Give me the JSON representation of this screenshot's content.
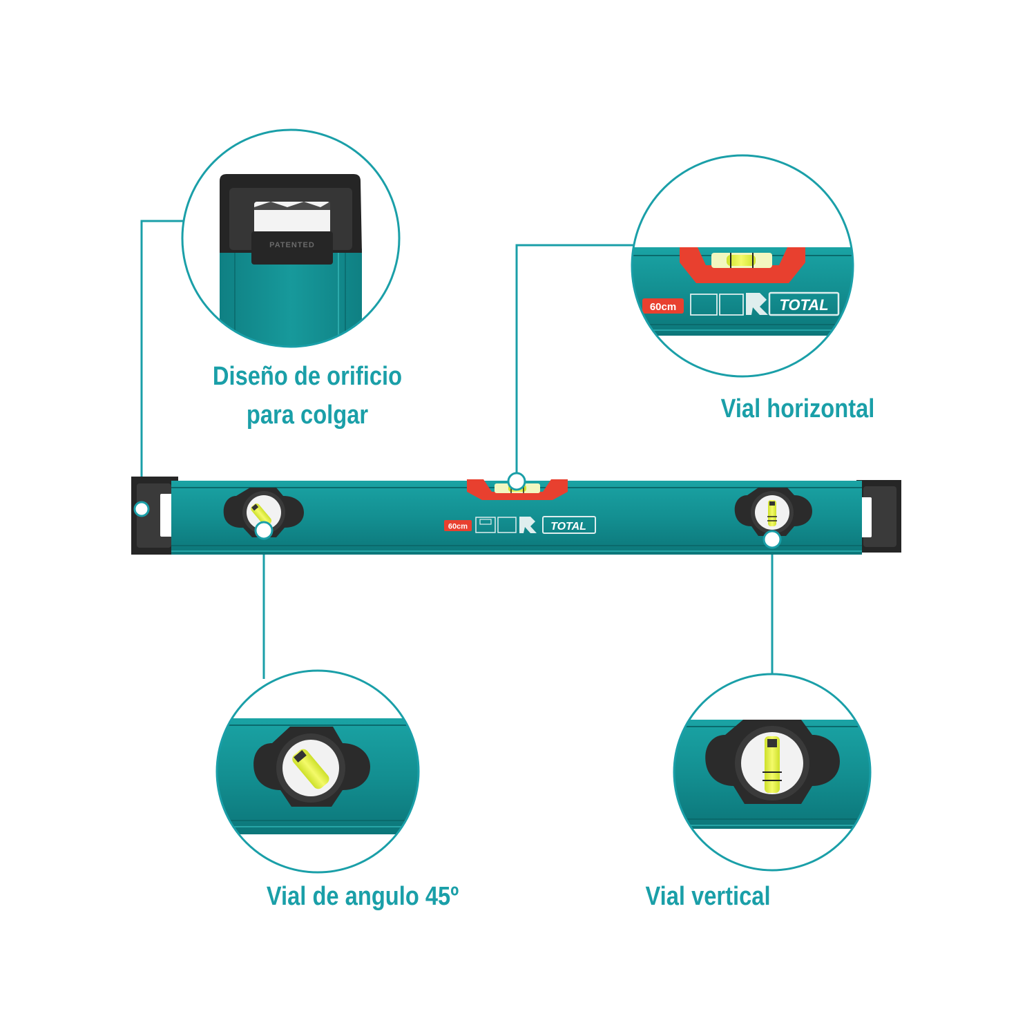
{
  "colors": {
    "accent": "#1a9fa8",
    "body_teal": "#138f91",
    "body_dark": "#0b6f72",
    "cap_black": "#2a2a2a",
    "vial_red": "#e8402f",
    "bubble_yellow": "#e6f03a"
  },
  "callouts": {
    "hanging_hole": {
      "line1": "Diseño de orificio",
      "line2": "para colgar"
    },
    "horizontal": {
      "label": "Vial horizontal"
    },
    "angle45": {
      "label": "Vial de angulo 45º"
    },
    "vertical": {
      "label": "Vial vertical"
    }
  },
  "product": {
    "length_badge": "60cm",
    "brand": "TOTAL",
    "patent_mark": "PATENTED"
  },
  "icons": [
    "accuracy-spec-icon",
    "magnet-spec-icon",
    "r-logo-icon",
    "connector-dot-icon"
  ]
}
